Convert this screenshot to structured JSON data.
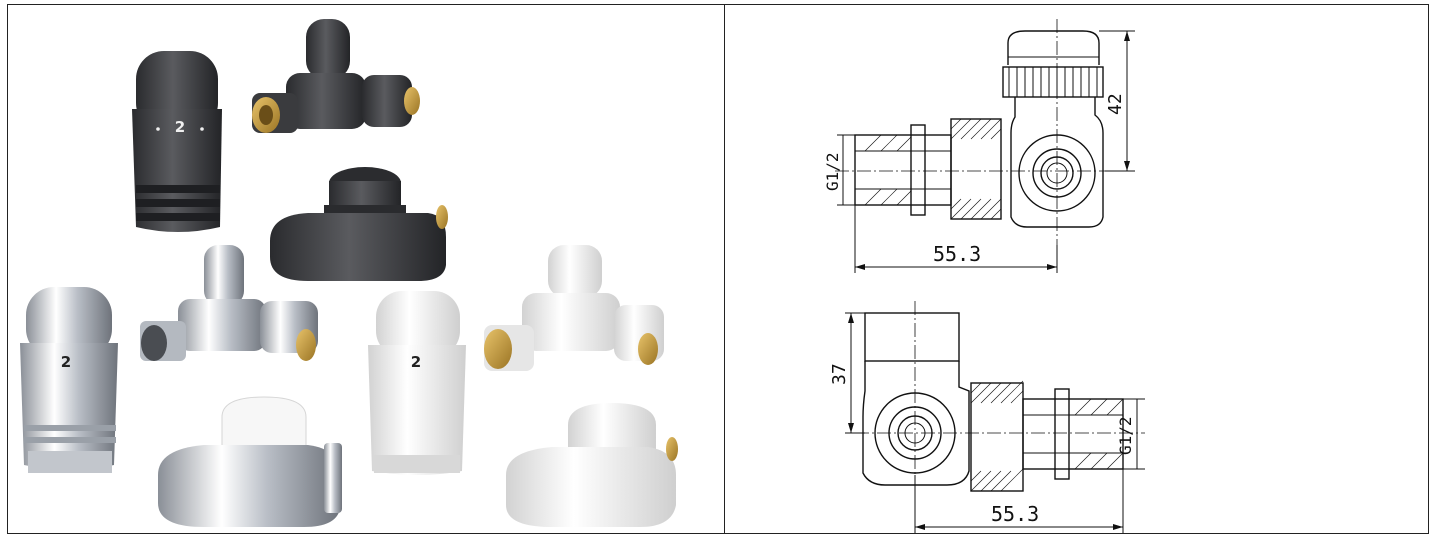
{
  "colors": {
    "anthracite": "#3a3b3e",
    "anthracite_light": "#5a5b5f",
    "chrome": "#d8dbe0",
    "chrome_dark": "#8a8f97",
    "white_finish": "#f4f4f4",
    "white_shade": "#d6d6d6",
    "brass": "#c8a04a",
    "line": "#111111"
  },
  "photo": {
    "head_scale_label": "2"
  },
  "drawing_top": {
    "thread_label": "G1/2",
    "width_label": "55.3",
    "height_label": "42"
  },
  "drawing_bottom": {
    "thread_label": "G1/2",
    "width_label": "55.3",
    "height_label": "37"
  }
}
